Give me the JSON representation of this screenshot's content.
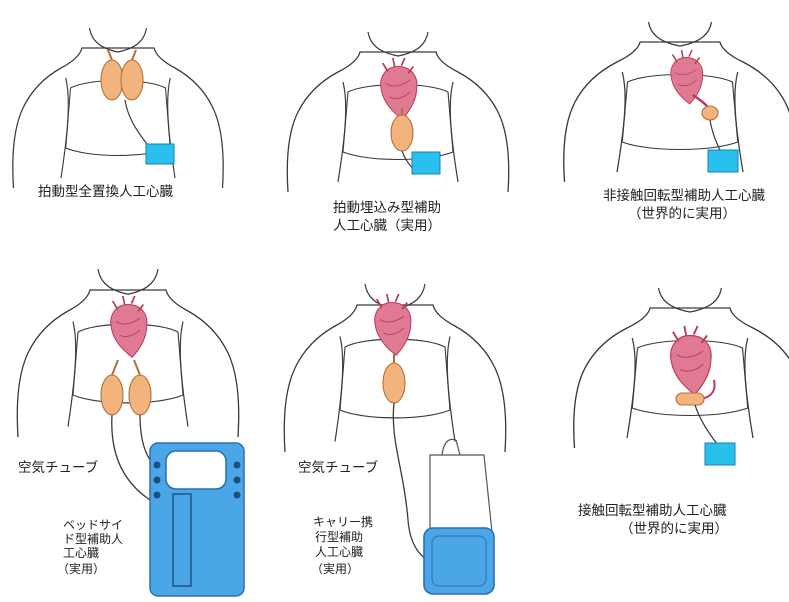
{
  "labels": {
    "p1": "拍動型全置換人工心臓",
    "p2_line1": "拍動埋込み型補助",
    "p2_line2": "人工心臓（実用）",
    "p3_line1": "非接触回転型補助人工心臓",
    "p3_line2": "（世界的に実用）",
    "p4_air": "空気チューブ",
    "p4_dev_line1": "ベッドサイ",
    "p4_dev_line2": "ド型補助人",
    "p4_dev_line3": "工心臓",
    "p4_dev_line4": "（実用）",
    "p5_air": "空気チューブ",
    "p5_dev_line1": "キャリー携",
    "p5_dev_line2": "行型補助",
    "p5_dev_line3": "人工心臓",
    "p5_dev_line4": "（実用）",
    "p6_line1": "接触回転型補助人工心臓",
    "p6_line2": "（世界的に実用）"
  },
  "colors": {
    "outline": "#3a3a3a",
    "heart": "#e07a93",
    "heart_dark": "#b83a5a",
    "pump": "#f2b37d",
    "controller": "#29c0ee",
    "console": "#4aa6e6",
    "console_dark": "#2a6fb3",
    "carry_box": "#4aa6e6"
  }
}
